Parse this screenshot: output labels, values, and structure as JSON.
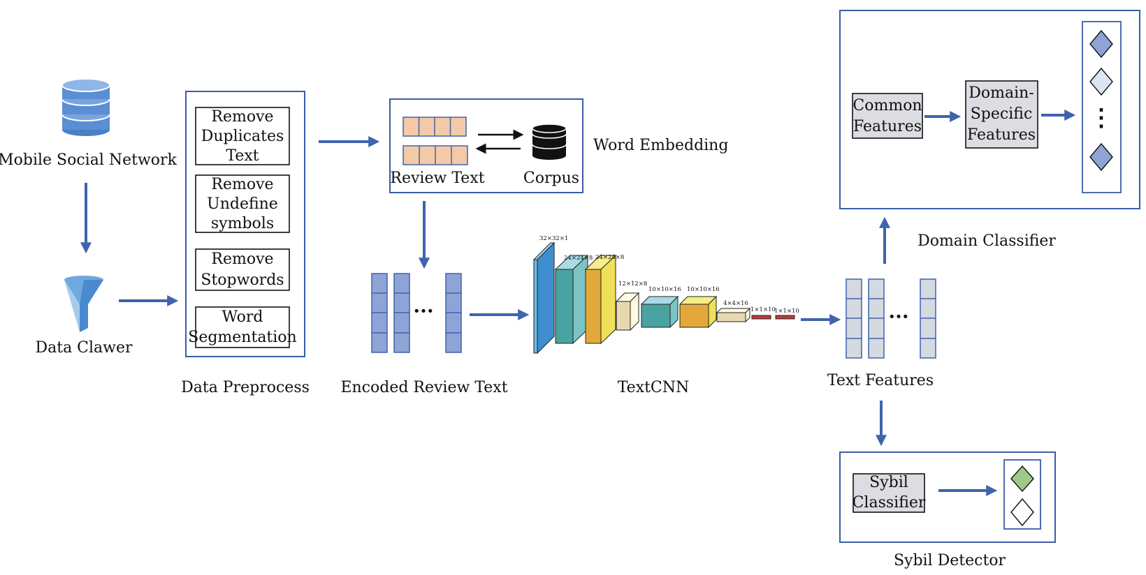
{
  "source": {
    "label": "Mobile Social Network",
    "icon": "database-icon"
  },
  "crawler": {
    "label": "Data Clawer",
    "icon": "funnel-icon"
  },
  "preprocess": {
    "label": "Data Preprocess",
    "steps": [
      [
        "Remove",
        "Duplicates",
        "Text"
      ],
      [
        "Remove",
        "Undefine",
        "symbols"
      ],
      [
        "Remove",
        "Stopwords"
      ],
      [
        "Word",
        "Segmentation"
      ]
    ]
  },
  "embedding": {
    "label": "Word Embedding",
    "review_text": "Review Text",
    "corpus": "Corpus"
  },
  "encoded": {
    "label": "Encoded Review Text",
    "ellipsis": "···"
  },
  "textcnn": {
    "label": "TextCNN",
    "layer_labels": [
      "32×32×1",
      "24×24×8",
      "24×24×8",
      "12×12×8",
      "10×10×16",
      "10×10×16",
      "4×4×16",
      "1×1×10",
      "1×1×10"
    ]
  },
  "features": {
    "label": "Text Features",
    "ellipsis": "···"
  },
  "domain_classifier": {
    "label": "Domain Classifier",
    "common": [
      "Common",
      "Features"
    ],
    "specific": [
      "Domain-",
      "Specific",
      "Features"
    ],
    "vdots": "⋮"
  },
  "sybil_detector": {
    "label": "Sybil Detector",
    "classifier": [
      "Sybil",
      "Classifier"
    ]
  },
  "colors": {
    "box_border": "#3a5ca8",
    "arrow": "#3f63ad",
    "encoded_cell": "#8fa4d6",
    "feature_cell": "#d5d9e0",
    "embed_cell": "#f4c9a8",
    "db": "#5b8fd4",
    "diamond_blue": "#8fa4d6",
    "diamond_light": "#dde4f3",
    "diamond_green": "#9fc98a",
    "gray_box": "#dcdde2"
  }
}
